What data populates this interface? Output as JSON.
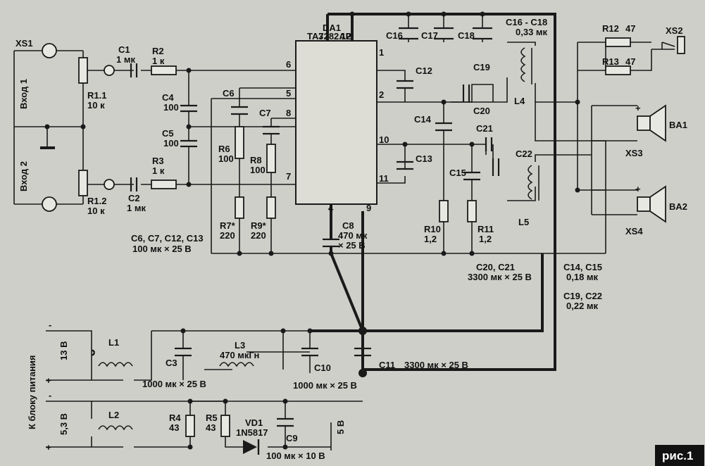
{
  "figure_label": "рис.1",
  "chip": {
    "ref": "DA1",
    "part": "TA7282AP",
    "pins": [
      "1",
      "2",
      "3",
      "4",
      "5",
      "6",
      "7",
      "8",
      "9",
      "10",
      "11",
      "12"
    ]
  },
  "connectors": {
    "xs1": "XS1",
    "xs2": "XS2",
    "xs3": "XS3",
    "xs4": "XS4",
    "ba1": "BA1",
    "ba2": "BA2"
  },
  "inputs": {
    "in1": "Вход 1",
    "in2": "Вход 2",
    "power": "К блоку питания"
  },
  "components": {
    "c1": [
      "C1",
      "1 мк"
    ],
    "r2": [
      "R2",
      "1 к"
    ],
    "r11": [
      "R1.1",
      "10 к"
    ],
    "c4": [
      "C4",
      "100"
    ],
    "c5": [
      "C5",
      "100"
    ],
    "r3": [
      "R3",
      "1 к"
    ],
    "r12p": [
      "R1.2",
      "10 к"
    ],
    "c2": [
      "C2",
      "1 мк"
    ],
    "c6": "C6",
    "c7": "C7",
    "r6": [
      "R6",
      "100"
    ],
    "r8": [
      "R8",
      "100"
    ],
    "r7": [
      "R7*",
      "220"
    ],
    "r9": [
      "R9*",
      "220"
    ],
    "c8": [
      "C8",
      "470 мк",
      "× 25 В"
    ],
    "c12": "C12",
    "c13": "C13",
    "c14": "C14",
    "c15": "C15",
    "c16": "C16",
    "c17": "C17",
    "c18": "C18",
    "c19": "C19",
    "c20": "C20",
    "c21": "C21",
    "c22": "C22",
    "r10": [
      "R10",
      "1,2"
    ],
    "r11b": [
      "R11",
      "1,2"
    ],
    "r12": [
      "R12",
      "47"
    ],
    "r13": [
      "R13",
      "47"
    ],
    "l1": "L1",
    "l2": "L2",
    "l3": [
      "L3",
      "470 мкГн"
    ],
    "l4": "L4",
    "l5": "L5",
    "c3": [
      "C3",
      "1000 мк × 25 В"
    ],
    "c10": [
      "C10",
      "1000 мк × 25 В"
    ],
    "c11": [
      "C11",
      "3300 мк × 25 В"
    ],
    "c9": [
      "C9",
      "100 мк × 10 В"
    ],
    "r4": [
      "R4",
      "43"
    ],
    "r5": [
      "R5",
      "43"
    ],
    "vd1": [
      "VD1",
      "1N5817"
    ],
    "v13": "13 В",
    "v53": "5,3 В",
    "v5": "5 В"
  },
  "notes": {
    "c6group": "C6, C7, C12, C13",
    "c6group_val": "100 мк × 25 В",
    "c1618": "C16 - C18",
    "c1618_val": "0,33 мк",
    "c2021": "C20, C21",
    "c2021_val": "3300 мк × 25 В",
    "c1415": "C14, C15",
    "c1415_val": "0,18 мк",
    "c1922": "C19, C22",
    "c1922_val": "0,22 мк"
  },
  "signs": {
    "plus": "+",
    "minus": "-"
  }
}
